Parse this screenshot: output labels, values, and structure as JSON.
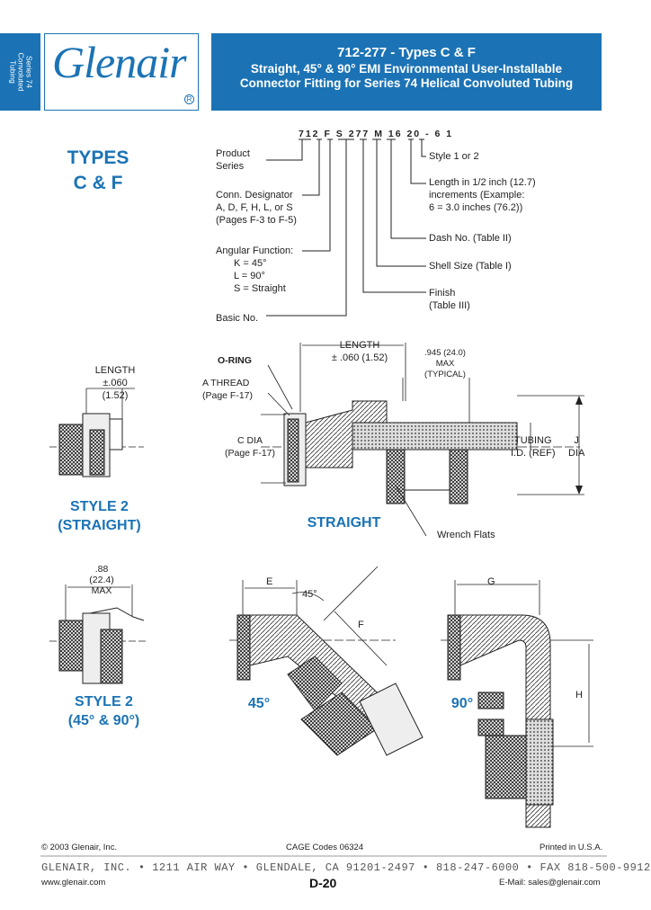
{
  "side_tab": {
    "line1": "Series 74",
    "line2": "Convoluted",
    "line3": "Tubing"
  },
  "logo": {
    "text": "Glenair",
    "reg": "R"
  },
  "title": {
    "line1": "712-277 - Types C & F",
    "line2": "Straight, 45° & 90° EMI Environmental User-Installable",
    "line3": "Connector Fitting for Series 74 Helical Convoluted Tubing"
  },
  "types": {
    "line1": "TYPES",
    "line2": "C & F"
  },
  "part_number": {
    "segments": [
      "712",
      "F",
      "S",
      "277",
      "M",
      "16",
      "20",
      "-",
      "6",
      "1"
    ],
    "callouts_left": {
      "product_series": [
        "Product",
        "Series"
      ],
      "conn_designator": [
        "Conn. Designator",
        "A, D, F, H, L, or S",
        "(Pages F-3 to F-5)"
      ],
      "angular_function": [
        "Angular Function:",
        "K = 45°",
        "L = 90°",
        "S = Straight"
      ],
      "basic_no": "Basic No."
    },
    "callouts_right": {
      "style": "Style 1 or 2",
      "length": [
        "Length in 1/2 inch (12.7)",
        "increments (Example:",
        "6 = 3.0 inches (76.2))"
      ],
      "dash": "Dash No. (Table II)",
      "shell": "Shell Size (Table I)",
      "finish": [
        "Finish",
        "(Table III)"
      ]
    }
  },
  "style2_straight": {
    "length_label": "LENGTH",
    "tol": "±.060",
    "tol_mm": "(1.52)",
    "caption1": "STYLE 2",
    "caption2": "(STRAIGHT)"
  },
  "straight": {
    "oring": "O-RING",
    "athread1": "A THREAD",
    "athread2": "(Page F-17)",
    "cdia1": "C DIA",
    "cdia2": "(Page F-17)",
    "length": "LENGTH",
    "tol": "± .060 (1.52)",
    "max1": ".945 (24.0)",
    "max2": "MAX",
    "max3": "(TYPICAL)",
    "tubing1": "TUBING",
    "tubing2": "I.D. (REF)",
    "j1": "J",
    "j2": "DIA",
    "caption": "STRAIGHT",
    "wrench": "Wrench Flats"
  },
  "style2_angled": {
    "dim1": ".88",
    "dim2": "(22.4)",
    "dim3": "MAX",
    "caption1": "STYLE 2",
    "caption2": "(45° & 90°)"
  },
  "angle45": {
    "e": "E",
    "angle": "45°",
    "f": "F",
    "caption": "45°"
  },
  "angle90": {
    "g": "G",
    "h": "H",
    "caption": "90°"
  },
  "footer": {
    "copyright": "© 2003 Glenair, Inc.",
    "cage": "CAGE Codes 06324",
    "printed": "Printed in U.S.A.",
    "address": "GLENAIR, INC. • 1211 AIR WAY • GLENDALE, CA 91201-2497 • 818-247-6000 • FAX 818-500-9912",
    "web": "www.glenair.com",
    "page": "D-20",
    "email": "E-Mail: sales@glenair.com"
  }
}
